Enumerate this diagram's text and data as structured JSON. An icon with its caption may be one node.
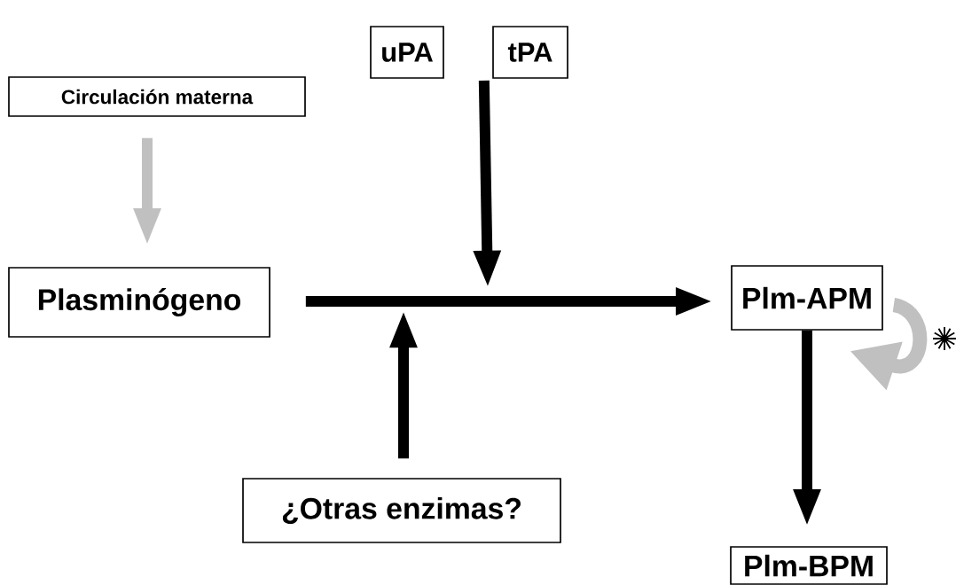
{
  "diagram": {
    "nodes": [
      {
        "text": [
          "uPA"
        ]
      },
      {
        "text": [
          "tPA"
        ]
      },
      {
        "text": [
          "Circulación materna"
        ]
      },
      {
        "text": [
          "Plasminógeno"
        ]
      },
      {
        "text": [
          "Plm-APM"
        ]
      },
      {
        "text": [
          "¿Otras enzimas?"
        ]
      },
      {
        "text": [
          "Plm-BPM"
        ]
      }
    ],
    "edges": [
      {
        "from": 0,
        "to": null,
        "arrow": "to"
      },
      {
        "from": 1,
        "to": null,
        "arrow": "to"
      },
      {
        "from": 2,
        "to": 3,
        "arrow": "to",
        "color": "#c0c0c0"
      },
      {
        "from": 3,
        "to": 4,
        "arrow": "to"
      },
      {
        "from": 5,
        "to": null,
        "arrow": "to"
      },
      {
        "from": 4,
        "to": 6,
        "arrow": "to"
      },
      {
        "from": 4,
        "to": null,
        "arrow": "to",
        "color": "#c0c0c0"
      }
    ]
  }
}
